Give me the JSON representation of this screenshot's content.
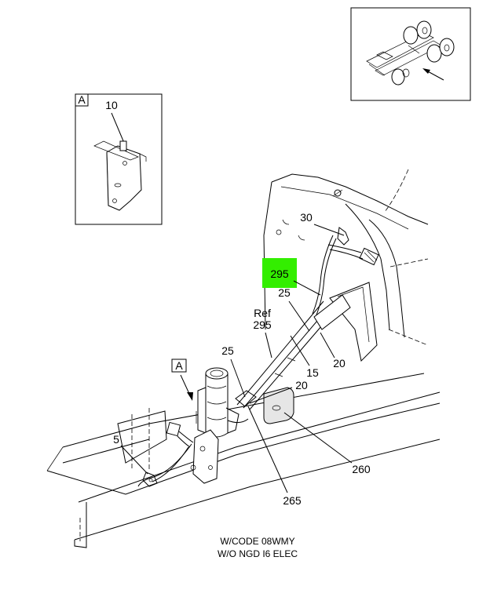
{
  "callouts": {
    "c10": "10",
    "c30": "30",
    "c295_highlight": "295",
    "c25_upper": "25",
    "ref_line1": "Ref",
    "ref_line2": "295",
    "c25_lower": "25",
    "c15": "15",
    "c20_right": "20",
    "c20_lower": "20",
    "c5": "5",
    "c260": "260",
    "c265": "265"
  },
  "view_labels": {
    "detail_box": "A",
    "main_view": "A"
  },
  "caption": {
    "line1": "W/CODE 08WMY",
    "line2": "W/O NGD I6 ELEC"
  },
  "colors": {
    "highlight": "#33ee00",
    "line": "#000000"
  }
}
